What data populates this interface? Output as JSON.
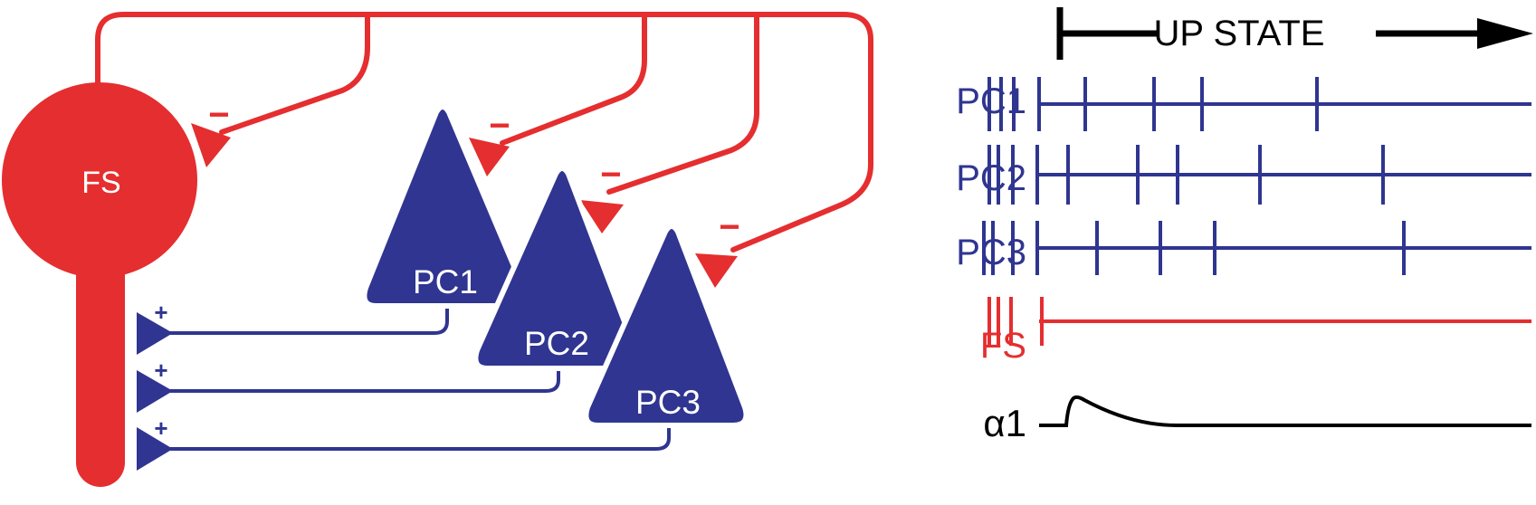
{
  "colors": {
    "fs": "#e52e2f",
    "pc": "#2f3590",
    "black": "#000000",
    "white": "#ffffff"
  },
  "circuit": {
    "fs_label": "FS",
    "pc_labels": [
      "PC1",
      "PC2",
      "PC3"
    ],
    "inhibitory_sign": "−",
    "excitatory_sign": "+"
  },
  "raster": {
    "header_label": "UP STATE",
    "rows": [
      {
        "label": "PC1",
        "color": "pc",
        "spikes": [
          1093,
          1106,
          1120,
          1148,
          1199,
          1275,
          1328,
          1455
        ]
      },
      {
        "label": "PC2",
        "color": "pc",
        "spikes": [
          1093,
          1103,
          1119,
          1146,
          1180,
          1257,
          1301,
          1392,
          1528
        ]
      },
      {
        "label": "PC3",
        "color": "pc",
        "spikes": [
          1087,
          1097,
          1119,
          1146,
          1212,
          1282,
          1342,
          1551
        ]
      },
      {
        "label": "FS",
        "color": "fs",
        "spikes": [
          1093,
          1103,
          1117,
          1151
        ]
      }
    ],
    "trace_label": "α1"
  }
}
